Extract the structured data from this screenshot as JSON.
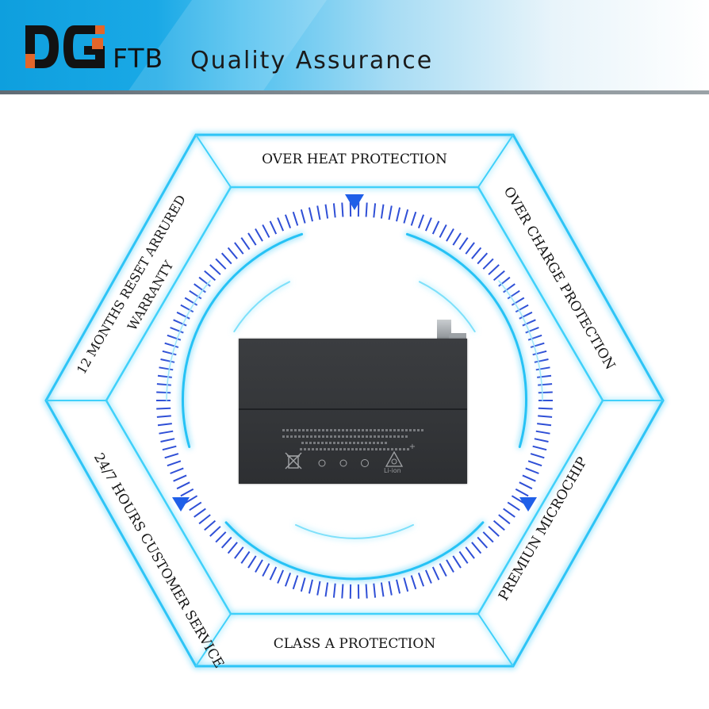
{
  "header": {
    "logo_text": "DG",
    "brand": "FTB",
    "title": "Quality Assurance"
  },
  "features": {
    "top": "OVER HEAT PROTECTION",
    "top_right": "OVER CHARGE PROTECTION",
    "bottom_right": "PREMIUN MICROCHIP",
    "bottom": "CLASS A PROTECTION",
    "bottom_left": "24/7 HOURS CUSTOMER SERVICE",
    "top_left_line1": "12 MONTHS RESET ARRURED",
    "top_left_line2": "WARRANTY"
  },
  "product": {
    "name": "battery",
    "cell_label": "Li-ion",
    "polarity": "+"
  },
  "colors": {
    "header_blue": "#0e9fde",
    "neon_blue": "#29c3f5",
    "arrow_blue": "#1f5fe8",
    "tick_blue": "#2f4fd6"
  }
}
